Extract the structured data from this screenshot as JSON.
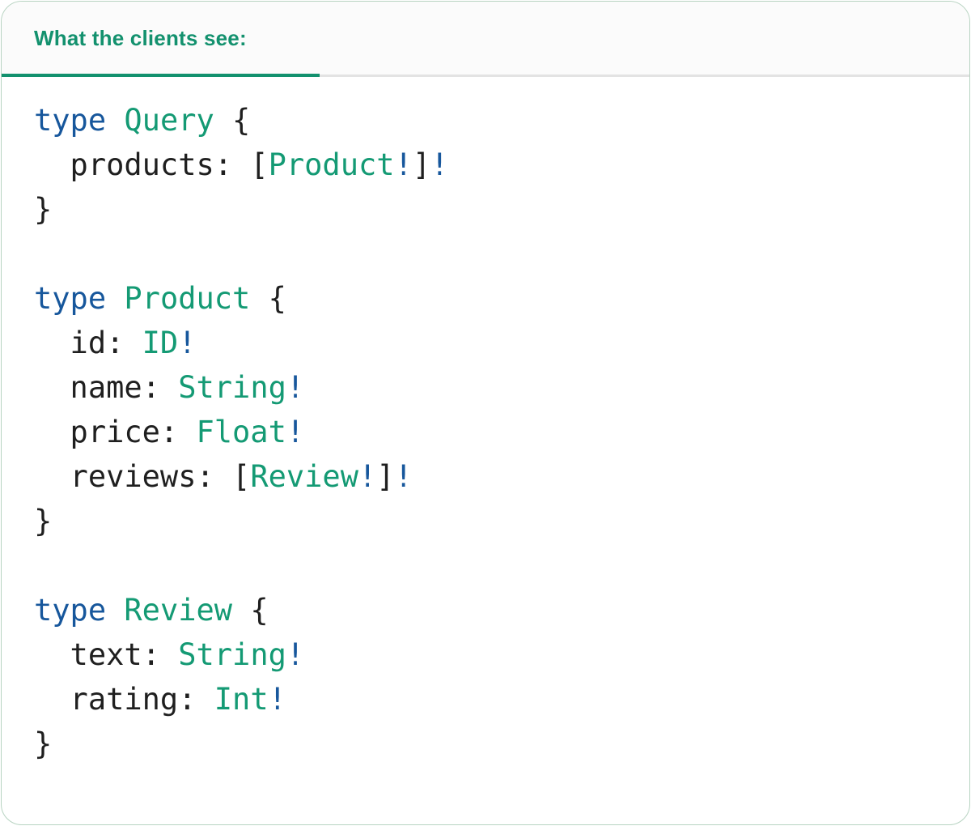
{
  "panel": {
    "tab": {
      "label": "What the clients see:"
    }
  },
  "colors": {
    "accent": "#13916e",
    "header_bg": "#fbfbfb",
    "divider": "#e3e3e3",
    "border": "#b7d3c1",
    "code_keyword": "#17579c",
    "code_type": "#149a74",
    "code_plain": "#1f1f1f"
  },
  "code": {
    "lines": [
      [
        {
          "t": "type",
          "c": "kw"
        },
        {
          "t": " ",
          "c": "p"
        },
        {
          "t": "Query",
          "c": "ty"
        },
        {
          "t": " {",
          "c": "p"
        }
      ],
      [
        {
          "t": "  products: [",
          "c": "p"
        },
        {
          "t": "Product",
          "c": "ty"
        },
        {
          "t": "!",
          "c": "kw"
        },
        {
          "t": "]",
          "c": "p"
        },
        {
          "t": "!",
          "c": "kw"
        }
      ],
      [
        {
          "t": "}",
          "c": "p"
        }
      ],
      [],
      [
        {
          "t": "type",
          "c": "kw"
        },
        {
          "t": " ",
          "c": "p"
        },
        {
          "t": "Product",
          "c": "ty"
        },
        {
          "t": " {",
          "c": "p"
        }
      ],
      [
        {
          "t": "  id: ",
          "c": "p"
        },
        {
          "t": "ID",
          "c": "ty"
        },
        {
          "t": "!",
          "c": "kw"
        }
      ],
      [
        {
          "t": "  name: ",
          "c": "p"
        },
        {
          "t": "String",
          "c": "ty"
        },
        {
          "t": "!",
          "c": "kw"
        }
      ],
      [
        {
          "t": "  price: ",
          "c": "p"
        },
        {
          "t": "Float",
          "c": "ty"
        },
        {
          "t": "!",
          "c": "kw"
        }
      ],
      [
        {
          "t": "  reviews: [",
          "c": "p"
        },
        {
          "t": "Review",
          "c": "ty"
        },
        {
          "t": "!",
          "c": "kw"
        },
        {
          "t": "]",
          "c": "p"
        },
        {
          "t": "!",
          "c": "kw"
        }
      ],
      [
        {
          "t": "}",
          "c": "p"
        }
      ],
      [],
      [
        {
          "t": "type",
          "c": "kw"
        },
        {
          "t": " ",
          "c": "p"
        },
        {
          "t": "Review",
          "c": "ty"
        },
        {
          "t": " {",
          "c": "p"
        }
      ],
      [
        {
          "t": "  text: ",
          "c": "p"
        },
        {
          "t": "String",
          "c": "ty"
        },
        {
          "t": "!",
          "c": "kw"
        }
      ],
      [
        {
          "t": "  rating: ",
          "c": "p"
        },
        {
          "t": "Int",
          "c": "ty"
        },
        {
          "t": "!",
          "c": "kw"
        }
      ],
      [
        {
          "t": "}",
          "c": "p"
        }
      ]
    ]
  }
}
